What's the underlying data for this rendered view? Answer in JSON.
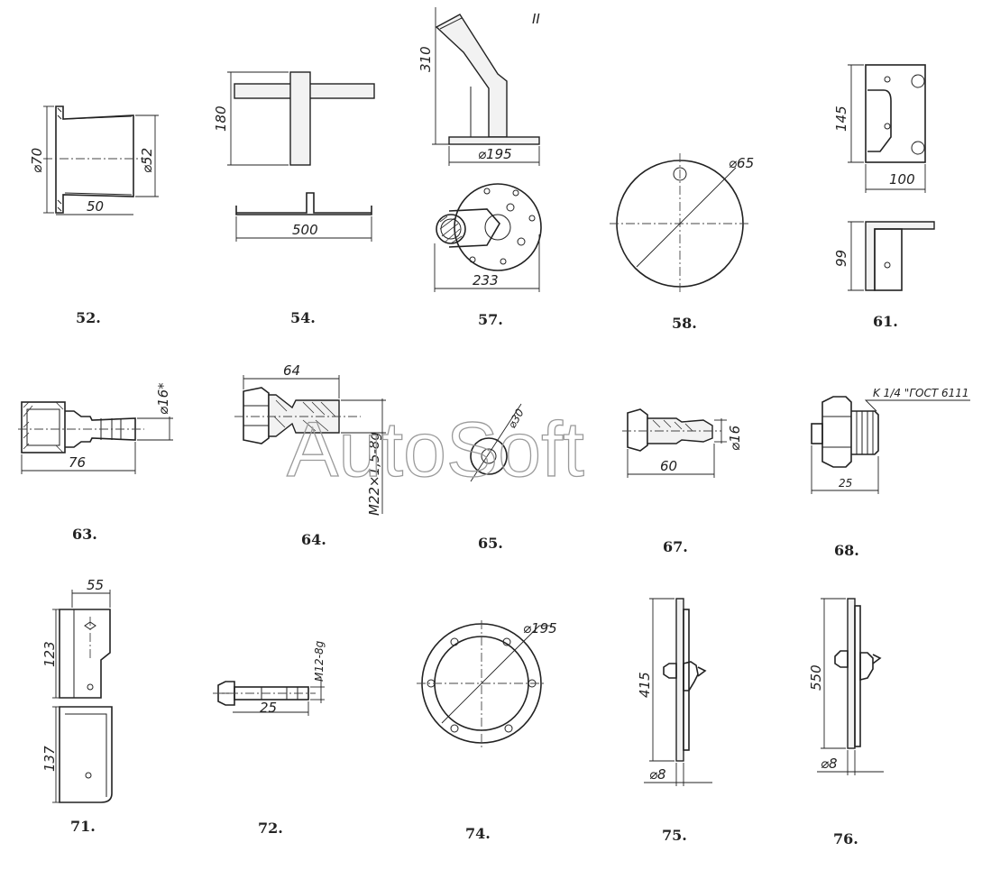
{
  "watermark": "AutoSoft",
  "page_marker": "II",
  "parts": [
    {
      "id": "52",
      "caption": "52.",
      "dims": [
        "⌀70",
        "⌀52",
        "50"
      ]
    },
    {
      "id": "54",
      "caption": "54.",
      "dims": [
        "180",
        "500"
      ]
    },
    {
      "id": "57",
      "caption": "57.",
      "dims": [
        "310",
        "⌀195",
        "233"
      ]
    },
    {
      "id": "58",
      "caption": "58.",
      "dims": [
        "⌀65"
      ]
    },
    {
      "id": "61",
      "caption": "61.",
      "dims": [
        "145",
        "100",
        "99"
      ]
    },
    {
      "id": "63",
      "caption": "63.",
      "dims": [
        "⌀16*",
        "76"
      ]
    },
    {
      "id": "64",
      "caption": "64.",
      "dims": [
        "64",
        "M22×1,5-8g"
      ]
    },
    {
      "id": "65",
      "caption": "65.",
      "dims": [
        "⌀30"
      ]
    },
    {
      "id": "67",
      "caption": "67.",
      "dims": [
        "⌀16",
        "60"
      ]
    },
    {
      "id": "68",
      "caption": "68.",
      "dims": [
        "K 1/4 \"ГОСТ 6111",
        "25"
      ]
    },
    {
      "id": "71",
      "caption": "71.",
      "dims": [
        "55",
        "123",
        "137"
      ]
    },
    {
      "id": "72",
      "caption": "72.",
      "dims": [
        "M12-8g",
        "25"
      ]
    },
    {
      "id": "74",
      "caption": "74.",
      "dims": [
        "⌀195"
      ]
    },
    {
      "id": "75",
      "caption": "75.",
      "dims": [
        "415",
        "⌀8"
      ]
    },
    {
      "id": "76",
      "caption": "76.",
      "dims": [
        "550",
        "⌀8"
      ]
    }
  ]
}
